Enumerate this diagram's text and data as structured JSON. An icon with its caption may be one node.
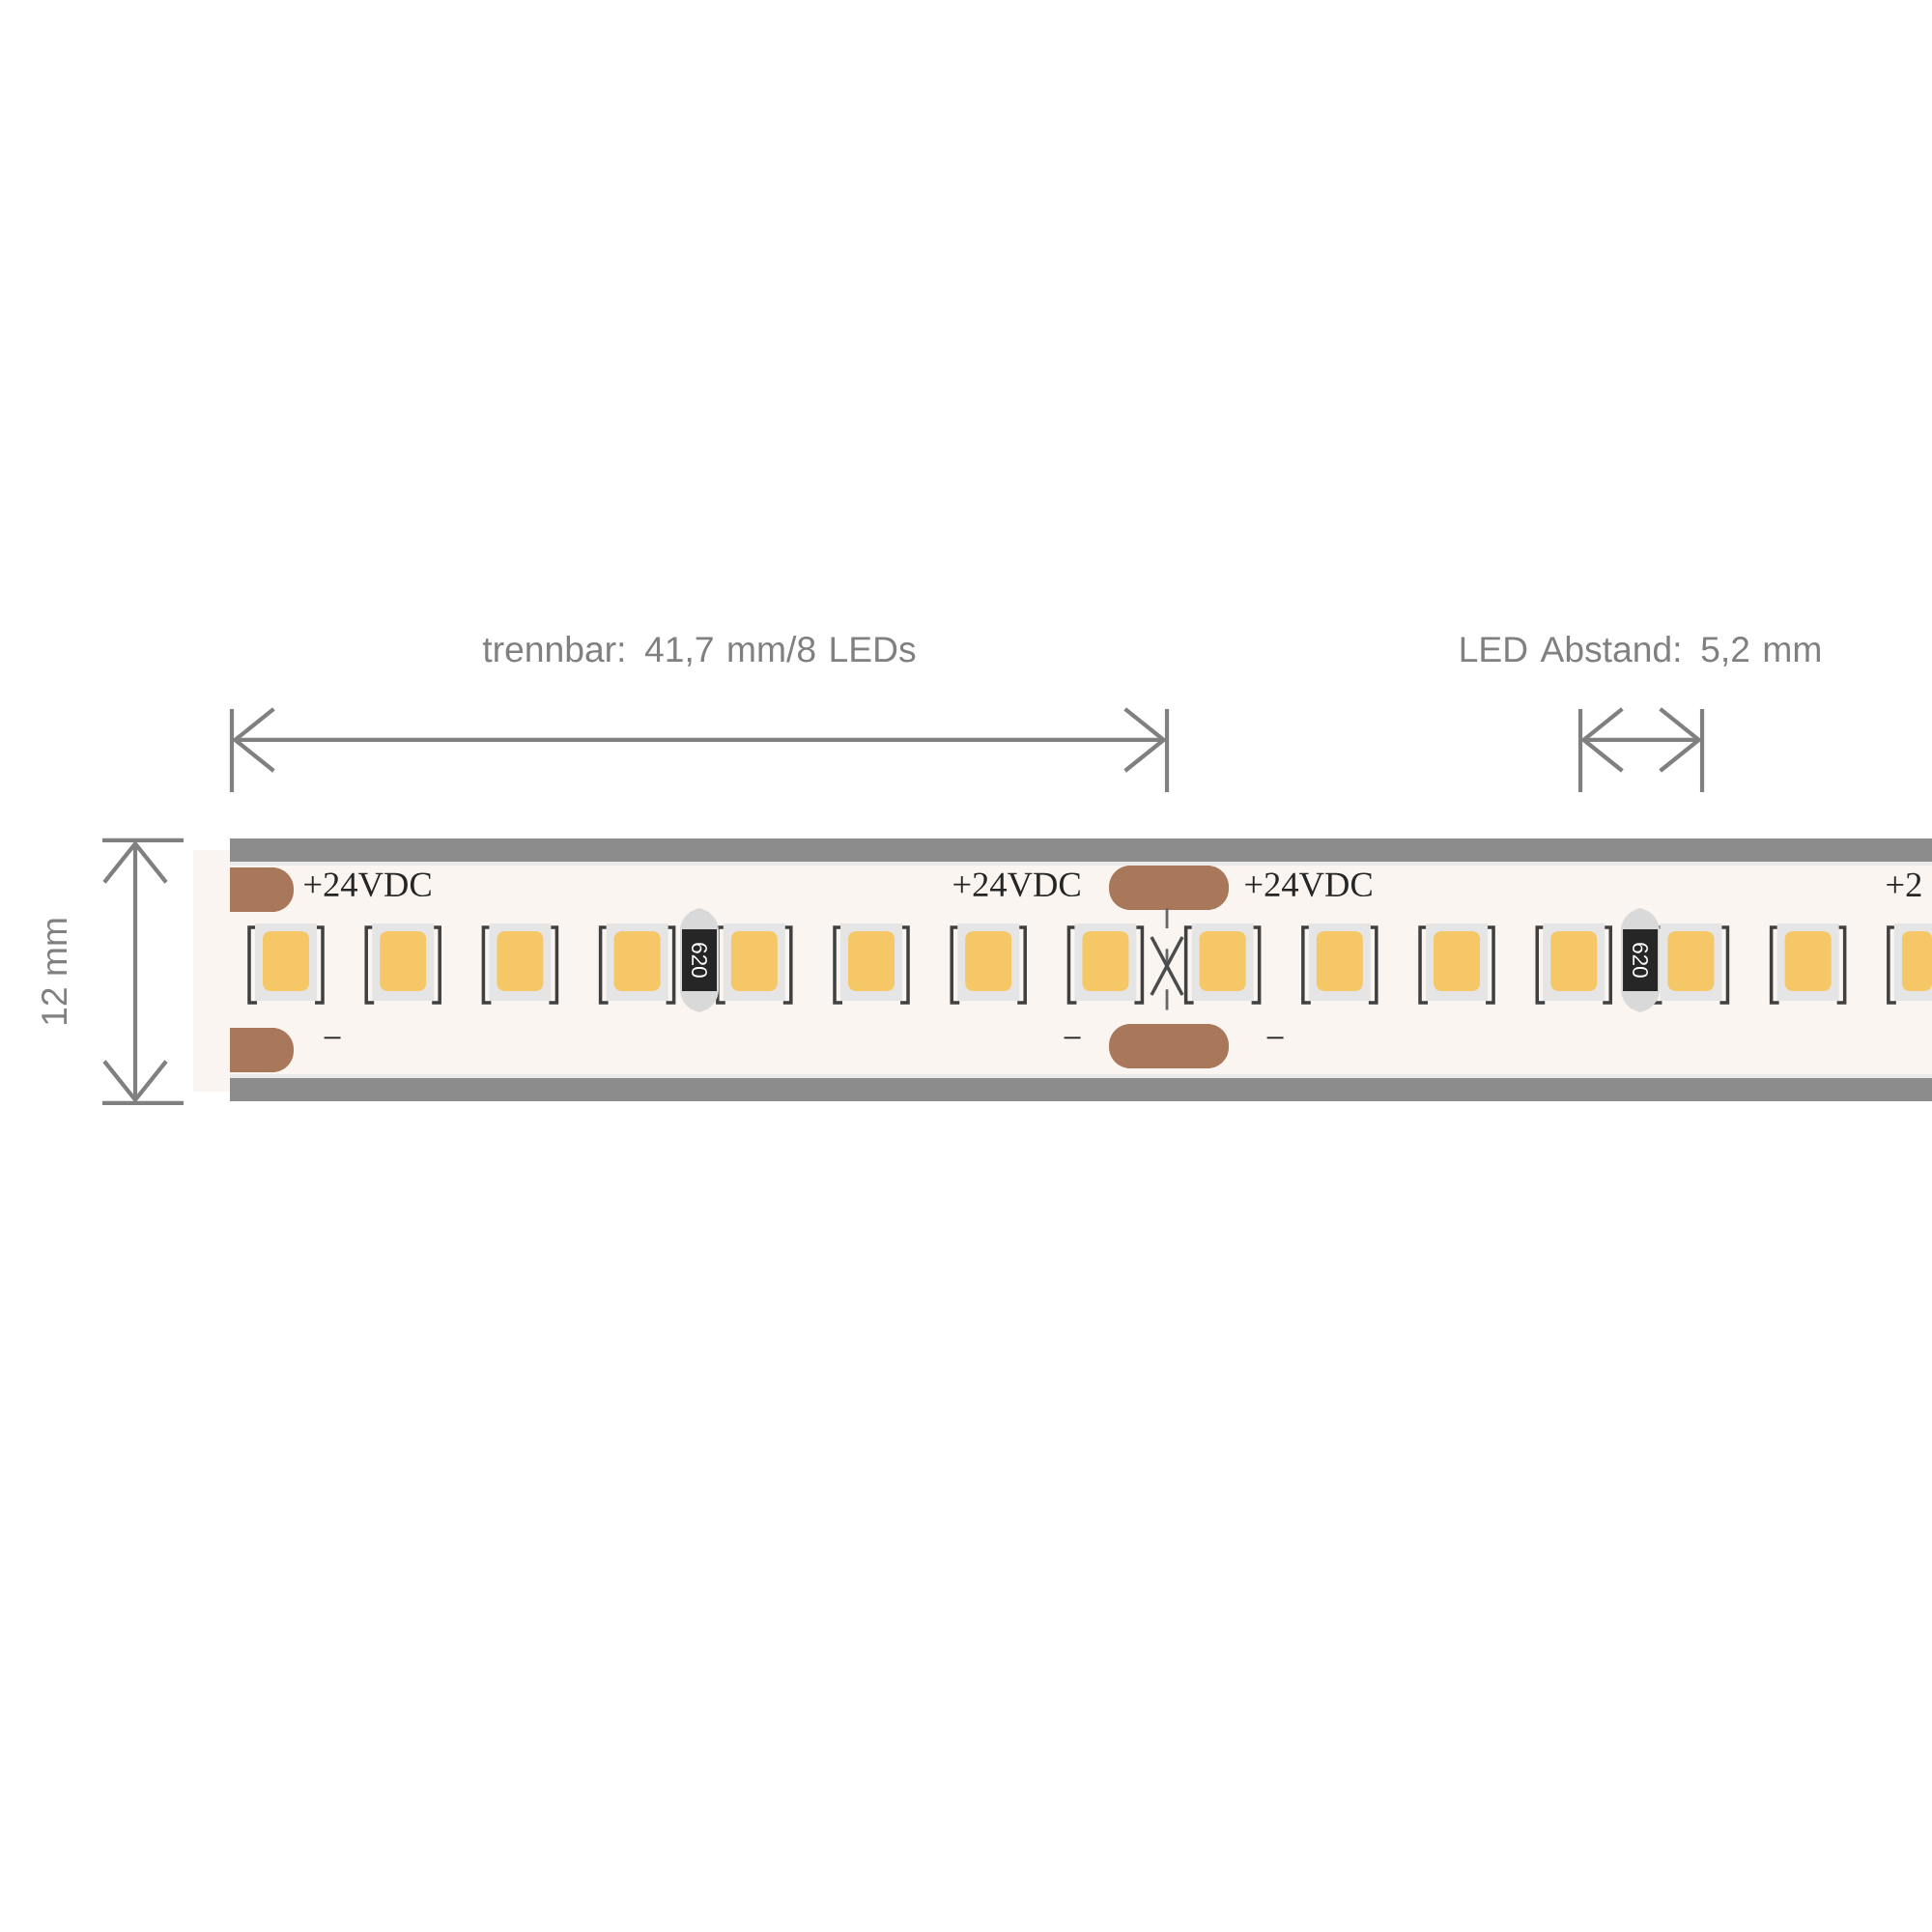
{
  "diagram": {
    "labels": [
      "trennbar: 41,7 mm/8 LEDs",
      "LED Abstand: 5,2 mm",
      "12 mm",
      "+24VDC",
      "+24VDC",
      "+24VDC",
      "+2",
      "620",
      "620",
      "−",
      "−",
      "−"
    ]
  }
}
